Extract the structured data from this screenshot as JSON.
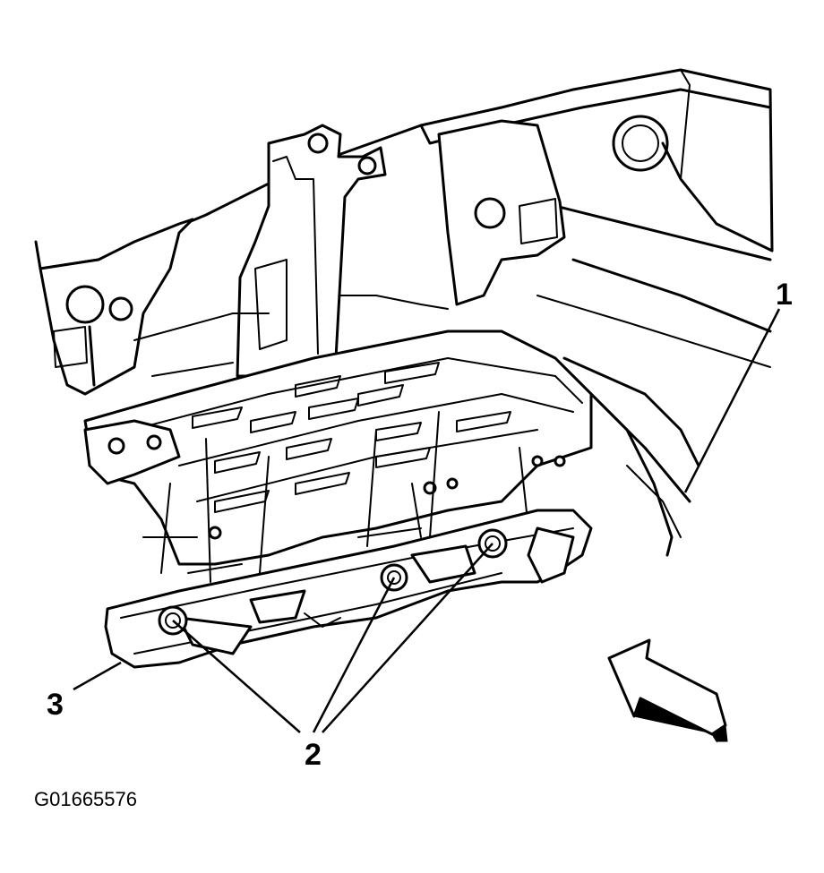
{
  "diagram": {
    "callouts": {
      "one": "1",
      "two": "2",
      "three": "3"
    },
    "figure_id": "G01665576"
  }
}
